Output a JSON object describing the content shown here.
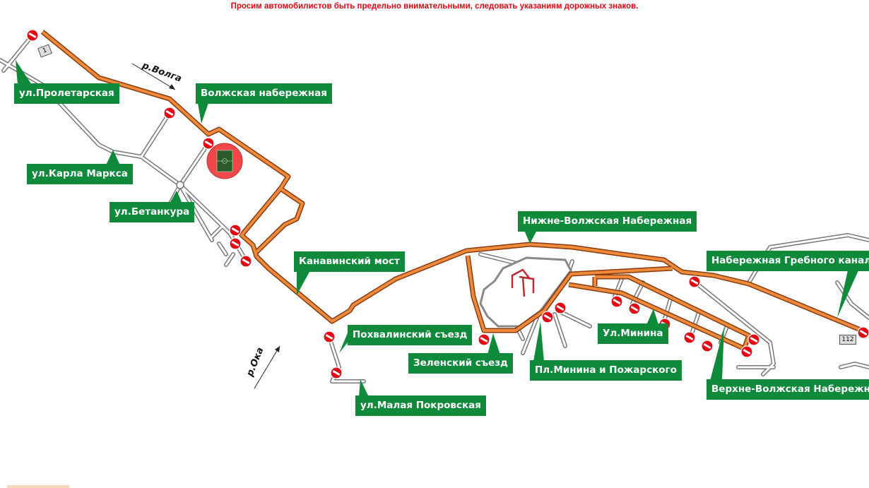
{
  "warning_text": "Просим автомобилистов быть предельно внимательными, следовать указаниям дорожных знаков.",
  "rivers": {
    "volga": "р.Волга",
    "oka": "р.Ока"
  },
  "road_numbers": {
    "a": "1",
    "b": "112"
  },
  "labels": {
    "proletarskaya": "ул.Пролетарская",
    "volzhskaya": "Волжская набережная",
    "karla_marksa": "ул.Карла Маркса",
    "betankura": "ул.Бетанкура",
    "kanavinsky": "Канавинский мост",
    "nizhne_volzhskaya": "Нижне-Волжская Набережная",
    "grebnogo": "Набережная Гребного канала",
    "pokhvalinsky": "Похвалинский съезд",
    "zelensky": "Зеленский съезд",
    "minina_pozharskogo": "Пл.Минина и Пожарского",
    "minina": "Ул.Минина",
    "verkhne_volzhskaya": "Верхне-Волжская Набережная",
    "malaya_pokrovskaya": "ул.Малая Покровская"
  },
  "colors": {
    "route": "#e07020",
    "label_bg": "#0f8a3a",
    "no_entry": "#e30613",
    "warning": "#e30613"
  }
}
